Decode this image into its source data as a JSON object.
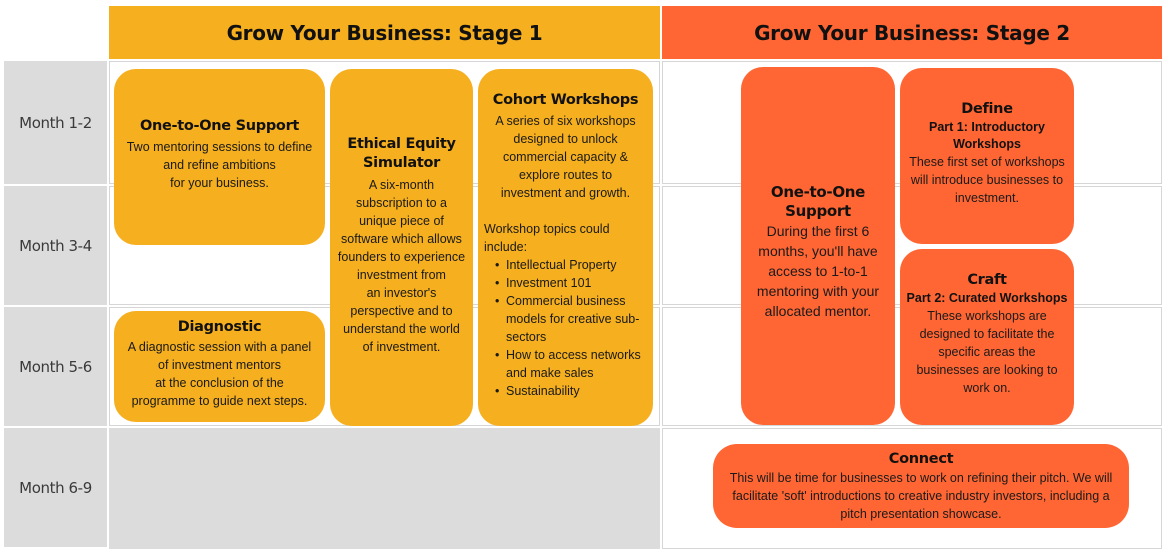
{
  "header": {
    "stage1": "Grow Your Business: Stage 1",
    "stage2": "Grow Your Business: Stage 2"
  },
  "rows": [
    "Month 1-2",
    "Month 3-4",
    "Month 5-6",
    "Month 6-9"
  ],
  "colors": {
    "stage1": "#F5AF1F",
    "stage2": "#FF6633",
    "grid_grey": "#DCDCDC"
  },
  "stage1_cards": {
    "one_to_one": {
      "title": "One-to-One Support",
      "body": [
        "Two mentoring sessions to define",
        "and refine ambitions",
        "for your business."
      ]
    },
    "ethical": {
      "title": [
        "Ethical Equity",
        "Simulator"
      ],
      "body": [
        "A six-month",
        "subscription to a",
        "unique piece of",
        "software which allows",
        "founders to experience",
        "investment from",
        "an investor's",
        "perspective and to",
        "understand the world",
        "of investment."
      ]
    },
    "cohort": {
      "title": "Cohort Workshops",
      "body": [
        "A series of six workshops",
        "designed to unlock",
        "commercial capacity &",
        "explore routes to",
        "investment and growth."
      ],
      "intro": [
        "Workshop topics could",
        "include:"
      ],
      "topics": [
        [
          "Intellectual Property"
        ],
        [
          "Investment 101"
        ],
        [
          "Commercial business",
          "models for creative sub-",
          "sectors"
        ],
        [
          "How to access networks",
          "and make sales"
        ],
        [
          "Sustainability"
        ]
      ]
    },
    "diagnostic": {
      "title": "Diagnostic",
      "body": [
        "A diagnostic session with a panel",
        "of investment mentors",
        "at the conclusion of the",
        "programme to guide next steps."
      ]
    }
  },
  "stage2_cards": {
    "one_to_one": {
      "title": "One-to-One Support",
      "body": [
        "During the first 6",
        "months, you'll have",
        "access to 1-to-1",
        "mentoring with your",
        "allocated mentor."
      ]
    },
    "define": {
      "title": "Define",
      "subtitle": [
        "Part 1: Introductory",
        "Workshops"
      ],
      "body": [
        "These first set of workshops",
        "will introduce businesses to",
        "investment."
      ]
    },
    "craft": {
      "title": "Craft",
      "subtitle": [
        "Part 2: Curated Workshops"
      ],
      "body": [
        "These workshops are",
        "designed to facilitate the",
        "specific areas the",
        "businesses are looking to",
        "work on."
      ]
    },
    "connect": {
      "title": "Connect",
      "body": [
        "This will be time for businesses to work on refining their pitch. We will",
        "facilitate 'soft' introductions to creative industry investors, including a",
        "pitch presentation showcase."
      ]
    }
  }
}
